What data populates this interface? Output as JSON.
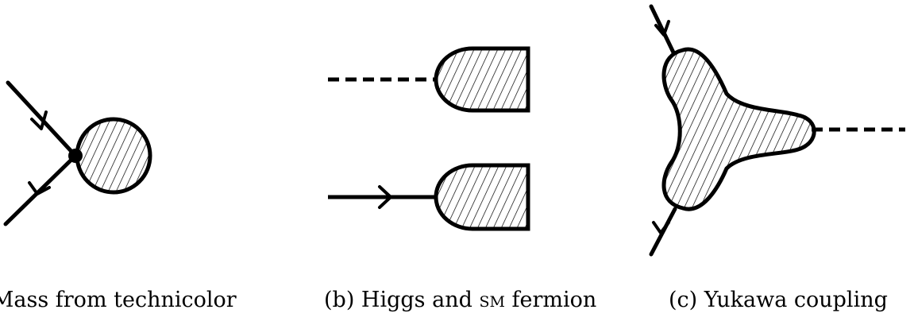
{
  "captions": {
    "a": "(a) Mass from technicolor",
    "b_prefix": "(b) Higgs and ",
    "b_sm": "sm",
    "b_suffix": " fermion",
    "c": "(c) Yukawa coupling"
  },
  "colors": {
    "ink": "#000000",
    "fill": "#ffffff"
  },
  "panels": [
    {
      "id": "a",
      "elements": [
        "incoming-fermion-line",
        "outgoing-fermion-line",
        "vertex-dot",
        "hatched-blob"
      ]
    },
    {
      "id": "b",
      "elements": [
        "higgs-dashed-line",
        "fermion-solid-line",
        "hatched-half-blob-top",
        "hatched-half-blob-bottom"
      ]
    },
    {
      "id": "c",
      "elements": [
        "fermion-line-top",
        "fermion-line-bottom",
        "higgs-dashed-line",
        "hatched-trefoil-blob"
      ]
    }
  ]
}
